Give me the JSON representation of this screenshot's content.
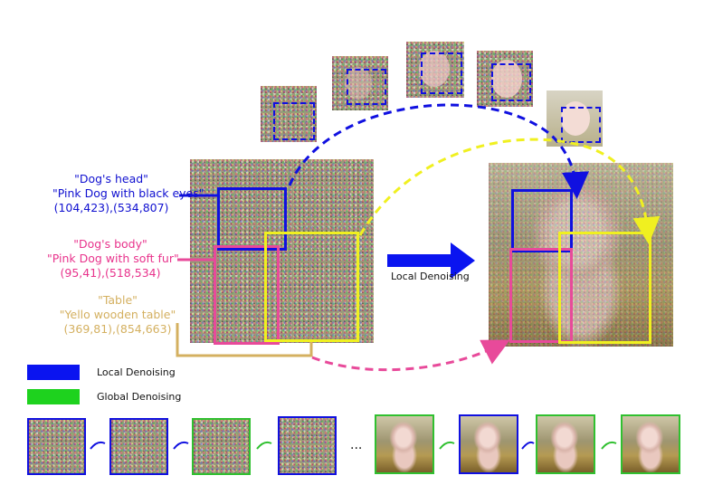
{
  "prompts": {
    "head": {
      "name": "\"Dog's head\"",
      "desc": "\"Pink Dog with black eyes\"",
      "coords": "(104,423),(534,807)",
      "color": "#1010d0"
    },
    "body": {
      "name": "\"Dog's body\"",
      "desc": "\"Pink Dog with soft fur\"",
      "coords": "(95,41),(518,534)",
      "color": "#e8338c"
    },
    "table": {
      "name": "\"Table\"",
      "desc": "\"Yello wooden table\"",
      "coords": "(369,81),(854,663)",
      "color": "#d4b060"
    }
  },
  "arrow_label": "Local Denoising",
  "legend": [
    {
      "label": "Local Denoising",
      "color": "#0a14f0"
    },
    {
      "label": "Global Denoising",
      "color": "#1ed21e"
    }
  ],
  "ellipsis": "...",
  "colors": {
    "blue": "#1010e0",
    "pink": "#e84a9a",
    "yellow": "#f0f020",
    "green": "#30c030"
  },
  "icons": {
    "process_arrow": "blue-right-arrow",
    "step_arrow": "curved-arrow"
  }
}
